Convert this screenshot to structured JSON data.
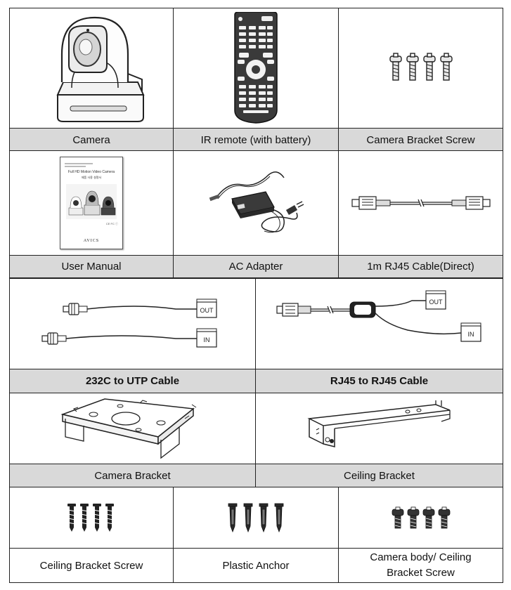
{
  "rows": [
    {
      "items": [
        {
          "label": "Camera",
          "icon": "ptz-camera-icon"
        },
        {
          "label": "IR remote (with battery)",
          "icon": "ir-remote-icon"
        },
        {
          "label": "Camera Bracket Screw",
          "icon": "bracket-screws-icon"
        }
      ]
    },
    {
      "items": [
        {
          "label": "User Manual",
          "icon": "user-manual-icon"
        },
        {
          "label": "AC Adapter",
          "icon": "ac-adapter-icon"
        },
        {
          "label": "1m RJ45 Cable(Direct)",
          "icon": "rj45-cable-icon"
        }
      ]
    },
    {
      "items": [
        {
          "label": "232C to UTP  Cable",
          "icon": "232c-utp-cable-icon"
        },
        {
          "label": "RJ45 to RJ45  Cable",
          "icon": "rj45-rj45-cable-icon"
        }
      ]
    },
    {
      "items": [
        {
          "label": "Camera Bracket",
          "icon": "camera-bracket-icon"
        },
        {
          "label": "Ceiling Bracket",
          "icon": "ceiling-bracket-icon"
        }
      ]
    },
    {
      "items": [
        {
          "label": "Ceiling Bracket Screw",
          "icon": "ceiling-screws-icon"
        },
        {
          "label": "Plastic Anchor",
          "icon": "plastic-anchor-icon"
        },
        {
          "label": "Camera body/ Ceiling Bracket Screw",
          "icon": "camera-body-screws-icon"
        }
      ]
    }
  ],
  "manual": {
    "title": "Full HD Motion Video Camera",
    "subtitle": "제품 사용 설명서",
    "brand": "AVICS",
    "marks": "CE FC ⓡ"
  },
  "cable_labels": {
    "out": "OUT",
    "in": "IN"
  }
}
